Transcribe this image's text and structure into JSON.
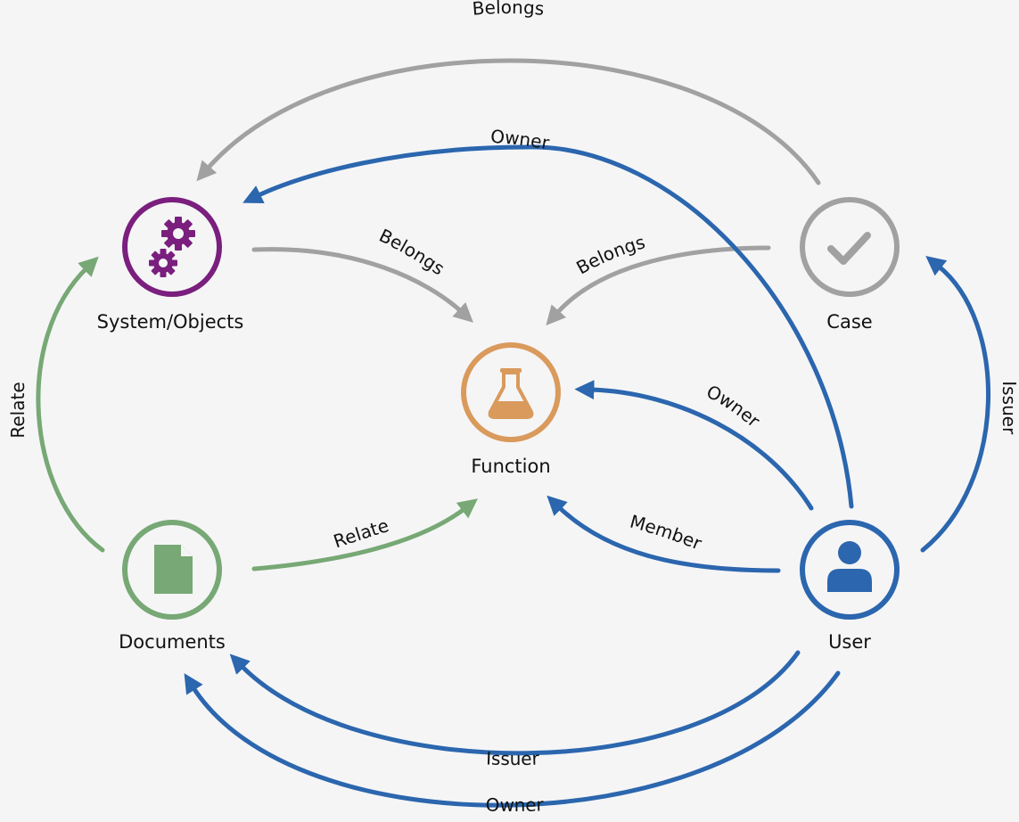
{
  "colors": {
    "background": "#f5f5f6",
    "gray": "#a1a1a1",
    "blue": "#2b66ae",
    "green": "#77a875",
    "purple": "#7a1f7d",
    "orange": "#d99a5c"
  },
  "nodes": {
    "system": {
      "label": "System/Objects",
      "icon": "gears-icon",
      "color": "#7a1f7d"
    },
    "case": {
      "label": "Case",
      "icon": "checkmark-icon",
      "color": "#a1a1a1"
    },
    "function": {
      "label": "Function",
      "icon": "flask-icon",
      "color": "#d99a5c"
    },
    "documents": {
      "label": "Documents",
      "icon": "document-icon",
      "color": "#77a875"
    },
    "user": {
      "label": "User",
      "icon": "user-icon",
      "color": "#2b66ae"
    }
  },
  "edges": {
    "case_system_belongs": {
      "label": "Belongs",
      "from": "Case",
      "to": "System/Objects"
    },
    "user_system_owner": {
      "label": "Owner",
      "from": "User",
      "to": "System/Objects"
    },
    "system_function_belongs": {
      "label": "Belongs",
      "from": "System/Objects",
      "to": "Function"
    },
    "case_function_belongs": {
      "label": "Belongs",
      "from": "Case",
      "to": "Function"
    },
    "user_function_owner": {
      "label": "Owner",
      "from": "User",
      "to": "Function"
    },
    "user_function_member": {
      "label": "Member",
      "from": "User",
      "to": "Function"
    },
    "documents_function_relate": {
      "label": "Relate",
      "from": "Documents",
      "to": "Function"
    },
    "documents_system_relate": {
      "label": "Relate",
      "from": "Documents",
      "to": "System/Objects"
    },
    "user_case_issuer": {
      "label": "Issuer",
      "from": "User",
      "to": "Case"
    },
    "user_documents_issuer": {
      "label": "Issuer",
      "from": "User",
      "to": "Documents"
    },
    "user_documents_owner": {
      "label": "Owner",
      "from": "User",
      "to": "Documents"
    }
  }
}
